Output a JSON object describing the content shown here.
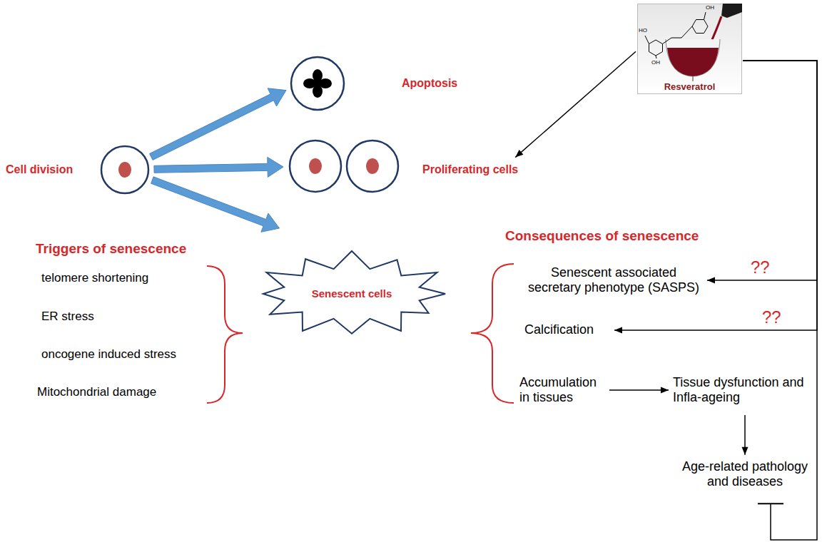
{
  "diagram": {
    "nodes": [
      {
        "text": [
          "Cell division"
        ]
      },
      {
        "text": [
          "Apoptosis"
        ]
      },
      {
        "text": [
          "Proliferating cells"
        ]
      },
      {
        "text": [
          "Senescent cells"
        ]
      },
      {
        "text": [
          "Resveratrol"
        ]
      },
      {
        "text": [
          "Senescent associated secretary phenotype (SASPS)"
        ]
      },
      {
        "text": [
          "Calcification"
        ]
      },
      {
        "text": [
          "Accumulation in tissues"
        ]
      },
      {
        "text": [
          "Tissue dysfunction and Infla-ageing"
        ]
      },
      {
        "text": [
          "Age-related pathology and diseases"
        ]
      }
    ],
    "edges": [
      {
        "from": 0,
        "to": 1,
        "arrow": "to"
      },
      {
        "from": 0,
        "to": 2,
        "arrow": "to"
      },
      {
        "from": 0,
        "to": 3,
        "arrow": "to"
      },
      {
        "from": 4,
        "to": 2,
        "arrow": "to"
      },
      {
        "from": 4,
        "to": 5,
        "arrow": "to",
        "label": "??"
      },
      {
        "from": 4,
        "to": 6,
        "arrow": "to",
        "label": "??"
      },
      {
        "from": 7,
        "to": 8,
        "arrow": "to"
      },
      {
        "from": 8,
        "to": 9,
        "arrow": "to"
      },
      {
        "from": 4,
        "to": 9,
        "arrow": "to"
      }
    ],
    "labels": [
      "Triggers of senescence",
      "telomere shortening",
      "ER stress",
      "oncogene induced stress",
      "Mitochondrial damage",
      "Consequences of senescence",
      "HO",
      "OH",
      "OH"
    ]
  }
}
